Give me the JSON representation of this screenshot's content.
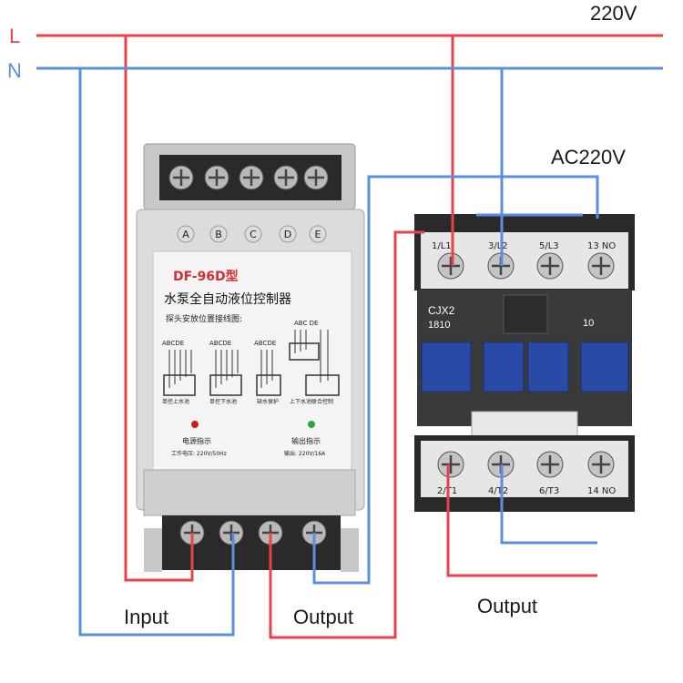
{
  "supply": {
    "line_label": "L",
    "neutral_label": "N",
    "voltage_label": "220V",
    "coil_voltage_label": "AC220V",
    "line_color": "#e8424b",
    "neutral_color": "#5a8fe0"
  },
  "controller": {
    "model": "DF-96D型",
    "title": "水泵全自动液位控制器",
    "subtitle": "探头安放位置接线图:",
    "probe_letters": [
      "A",
      "B",
      "C",
      "D",
      "E"
    ],
    "diagram_labels": [
      "单控上水池",
      "单控下水池",
      "缺水保护",
      "上下水池联合控制"
    ],
    "diagram_heads": [
      "ABCDE",
      "ABCDE",
      "ABCDE",
      "ABC DE"
    ],
    "power_indicator": "电源指示",
    "working_voltage": "工作电压: 220V/50Hz",
    "output_indicator": "输出指示",
    "output_rating": "输出: 220V/16A",
    "input_label": "Input",
    "output_label": "Output"
  },
  "contactor": {
    "model": "CJX2",
    "rating": "1810",
    "aux_value": "10",
    "top_terminals": [
      "1/L1",
      "3/L2",
      "5/L3",
      "13 NO"
    ],
    "bottom_terminals": [
      "2/T1",
      "4/T2",
      "6/T3",
      "14 NO"
    ],
    "output_label": "Output",
    "button_color": "#2a4aa8"
  }
}
